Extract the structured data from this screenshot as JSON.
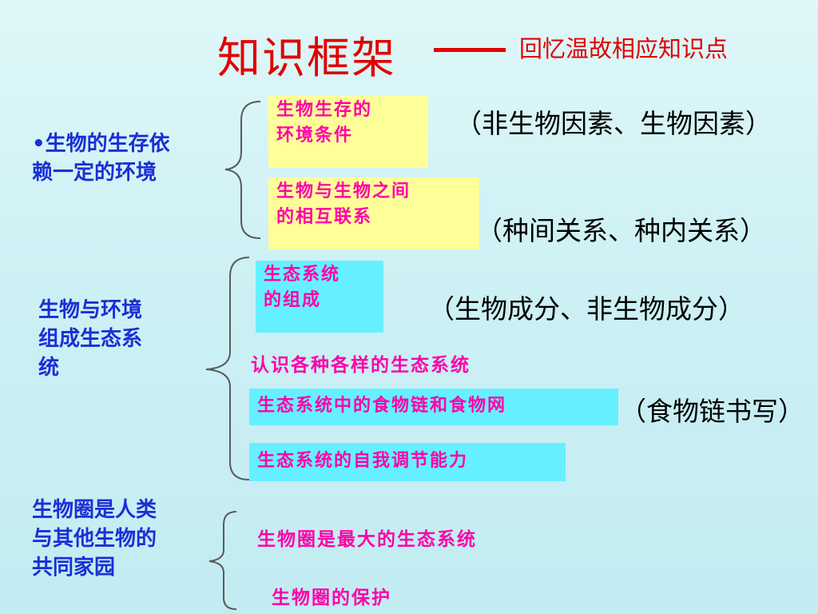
{
  "header": {
    "title": "知识框架",
    "subtitle": "回忆温故相应知识点"
  },
  "sections": [
    {
      "label_lines": [
        "•生物的生存依",
        "赖一定的环境"
      ],
      "items": [
        {
          "lines": [
            "生物生存的",
            "环境条件"
          ],
          "note": "（非生物因素、生物因素）"
        },
        {
          "lines": [
            "生物与生物之间",
            "的相互联系"
          ],
          "note": "（种间关系、种内关系）"
        }
      ]
    },
    {
      "label_lines": [
        "生物与环境",
        "组成生态系",
        "统"
      ],
      "items": [
        {
          "lines": [
            "生态系统",
            "的组成"
          ],
          "note": "（生物成分、非生物成分）"
        },
        {
          "lines": [
            "认识各种各样的生态系统"
          ]
        },
        {
          "lines": [
            "生态系统中的食物链和食物网"
          ],
          "note": "（食物链书写）"
        },
        {
          "lines": [
            "生态系统的自我调节能力"
          ]
        }
      ]
    },
    {
      "label_lines": [
        "生物圈是人类",
        "与其他生物的",
        "共同家园"
      ],
      "items": [
        {
          "lines": [
            "生物圈是最大的生态系统"
          ]
        },
        {
          "lines": [
            "生物圈的保护"
          ]
        }
      ]
    }
  ],
  "colors": {
    "title_red": "#e00000",
    "group_blue": "#1a2fd6",
    "item_magenta": "#ff00a8",
    "box_yellow": "#ffff99",
    "box_cyan": "#66f0ff"
  }
}
